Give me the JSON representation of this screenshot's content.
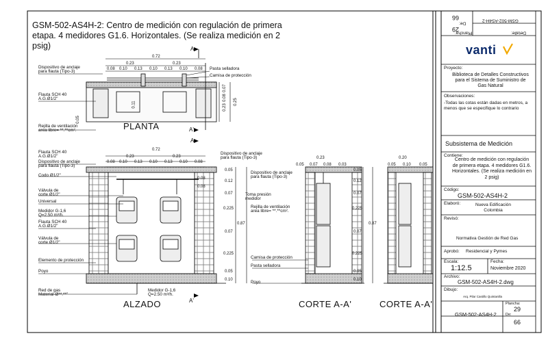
{
  "title": "GSM-502-AS4H-2: Centro de medición con regulación de primera etapa.  4 medidores G1.6. Horizontales. (Se realiza medición en 2 psig)",
  "views": {
    "planta": "PLANTA",
    "alzado": "ALZADO",
    "corte1": "CORTE A-A'",
    "corte2": "CORTE A-A'"
  },
  "section_marks": {
    "a": "A",
    "a_prime": "A'"
  },
  "labels": {
    "anclaje": "Dispositivo de anclaje\npara flauta (Tipo-3)",
    "anclaje_equal": "Dispositivo de anclaje\npara flauta (Tipo-3)",
    "pasta": "Pasta selladora",
    "camisa": "Camisa de protección",
    "flauta": "Flauta SCH 40\nA.G.Ø1/2\"",
    "rejilla": "Rejilla de ventilación\narea libre= **.**cm².",
    "codo": "Codo Ø1/2\"",
    "valvula": "Válvula de\ncorte Ø1/2\"",
    "universal": "Universal",
    "medidor": "Medidor G-1,6\nQ=2.50 m³/h.",
    "elemento": "Elemento de protección",
    "poyo": "Poyo",
    "red": "Red de gas\nMaterial-Ø**.**\"",
    "toma": "Toma presión\nmedidor",
    "rejilla2": "Rejilla de ventilación\narea libre= **.**cm².",
    "camisa2": "Camisa de protección",
    "pasta2": "Pasta selladora",
    "poyo2": "Poyo"
  },
  "dims": {
    "total": "0.72",
    "half": "0.23",
    "top_row": [
      "0.08",
      "0.10",
      "0.13",
      "0.10",
      "0.13",
      "0.10",
      "0.08"
    ],
    "plan_right": [
      "0.07",
      "0.08",
      "0.23",
      "0.25"
    ],
    "plan_left": [
      "0.05",
      "0.11"
    ],
    "elev_right": [
      "0.05",
      "0.12",
      "0.07",
      "0.225",
      "0.07",
      "0.225",
      "0.05",
      "0.10"
    ],
    "elev_small": [
      "0.08",
      "0.08"
    ],
    "elev_total": "0.87",
    "c1_top": [
      "0.23",
      "0.05",
      "0.07",
      "0.08",
      "0.03"
    ],
    "c1_right": [
      "0.05",
      "0.12",
      "0.07",
      "0.225",
      "0.07",
      "0.225",
      "0.05",
      "0.10"
    ],
    "c1_total": "0.87",
    "c2_top": [
      "0.20",
      "0.05",
      "0.10",
      "0.05"
    ]
  },
  "titleblock": {
    "detalle_label": "Detalle:",
    "detalle": "GSM-502-AS4H-2",
    "plancha_label": "Plancha:",
    "plancha": "29",
    "de_label": "De:",
    "de": "66",
    "logo": "vanti",
    "proyecto_label": "Proyecto:",
    "proyecto": "Biblioteca de Detalles Constructivos para el Sistema de Suministro de Gas Natural",
    "obs_label": "Observaciones:",
    "obs": "-Todas las cotas están dadas en metros, a menos que se especifique lo contrario",
    "subsistema": "Subsistema de Medición",
    "contiene_label": "Contiene:",
    "contiene": "Centro de medición con regulación de primera etapa. 4 medidores G1.6. Horizontales. (Se realiza medición en 2 psig)",
    "codigo_label": "Código:",
    "codigo": "GSM-502-AS4H-2",
    "elaboro_label": "Elaboró:",
    "elaboro": "Nueva Edificación Colombia",
    "reviso_label": "Revisó:",
    "reviso": "Normativa Gestión de Red Gas",
    "aprobo_label": "Aprobó:",
    "aprobo": "Residencial y Pymes",
    "escala_label": "Escala:",
    "escala": "1:12.5",
    "fecha_label": "Fecha:",
    "fecha": "Noviembre 2020",
    "archivo_label": "Archivo:",
    "archivo": "GSM-502-AS4H-2.dwg",
    "dibujo_label": "Dibujo:",
    "dibujo": "Arq. Pilar Castillo Quintanilla",
    "bottom_code": "GSM-502-AS4H-2",
    "plancha2_label": "Plancha:",
    "plancha2": "29",
    "de2_label": "De:",
    "de2": "66"
  }
}
